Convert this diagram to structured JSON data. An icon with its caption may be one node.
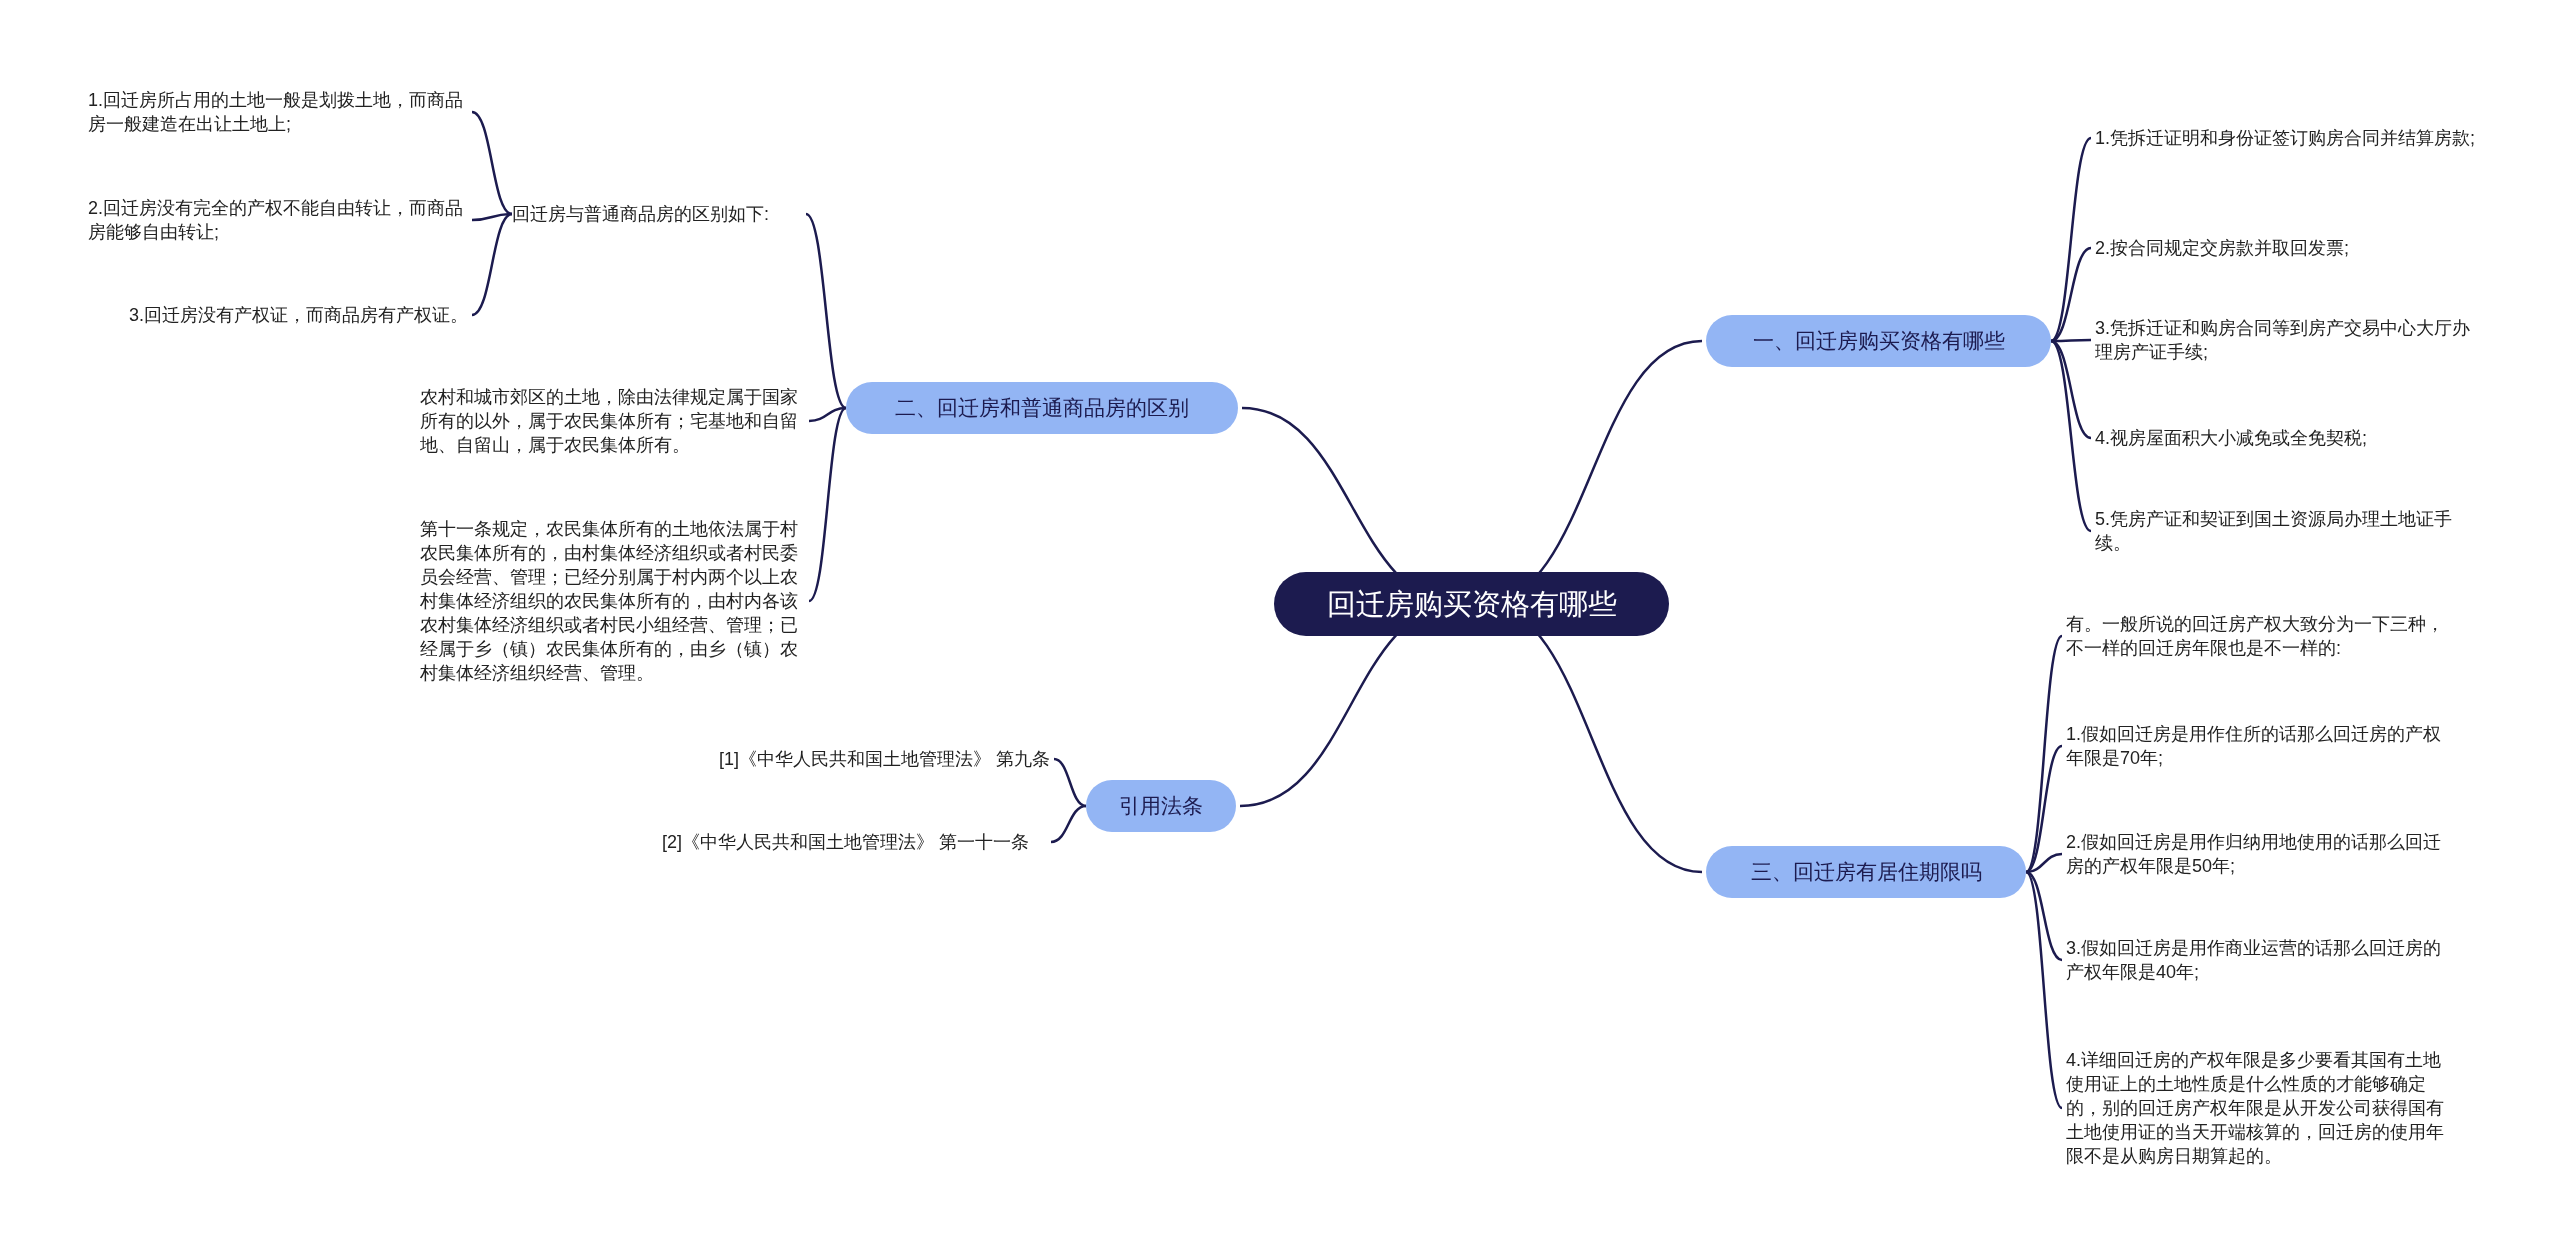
{
  "diagram": {
    "nodes": [
      {
        "text": [
          "回迁房购买资格有哪些"
        ]
      },
      {
        "text": [
          "一、回迁房购买资格有哪些"
        ]
      },
      {
        "text": [
          "1.凭拆迁证明和身份证签订购房合同并结算房款;"
        ]
      },
      {
        "text": [
          "2.按合同规定交房款并取回发票;"
        ]
      },
      {
        "text": [
          "3.凭拆迁证和购房合同等到房产交易中心大厅办理房产证手续;"
        ]
      },
      {
        "text": [
          "4.视房屋面积大小减免或全免契税;"
        ]
      },
      {
        "text": [
          "5.凭房产证和契证到国土资源局办理土地证手续。"
        ]
      },
      {
        "text": [
          "二、回迁房和普通商品房的区别"
        ]
      },
      {
        "text": [
          "回迁房与普通商品房的区别如下:"
        ]
      },
      {
        "text": [
          "1.回迁房所占用的土地一般是划拨土地，而商品房一般建造在出让土地上;"
        ]
      },
      {
        "text": [
          "2.回迁房没有完全的产权不能自由转让，而商品房能够自由转让;"
        ]
      },
      {
        "text": [
          "3.回迁房没有产权证，而商品房有产权证。"
        ]
      },
      {
        "text": [
          "农村和城市郊区的土地，除由法律规定属于国家所有的以外，属于农民集体所有；宅基地和自留地、自留山，属于农民集体所有。"
        ]
      },
      {
        "text": [
          "第十一条规定，农民集体所有的土地依法属于村农民集体所有的，由村集体经济组织或者村民委员会经营、管理；已经分别属于村内两个以上农村集体经济组织的农民集体所有的，由村内各该农村集体经济组织或者村民小组经营、管理；已经属于乡（镇）农民集体所有的，由乡（镇）农村集体经济组织经营、管理。"
        ]
      },
      {
        "text": [
          "引用法条"
        ]
      },
      {
        "text": [
          "[1]《中华人民共和国土地管理法》 第九条"
        ]
      },
      {
        "text": [
          "[2]《中华人民共和国土地管理法》 第一十一条"
        ]
      },
      {
        "text": [
          "三、回迁房有居住期限吗"
        ]
      },
      {
        "text": [
          "有。一般所说的回迁房产权大致分为一下三种，不一样的回迁房年限也是不一样的:"
        ]
      },
      {
        "text": [
          "1.假如回迁房是用作住所的话那么回迁房的产权年限是70年;"
        ]
      },
      {
        "text": [
          "2.假如回迁房是用作归纳用地使用的话那么回迁房的产权年限是50年;"
        ]
      },
      {
        "text": [
          "3.假如回迁房是用作商业运营的话那么回迁房的产权年限是40年;"
        ]
      },
      {
        "text": [
          "4.详细回迁房的产权年限是多少要看其国有土地使用证上的土地性质是什么性质的才能够确定的，别的回迁房产权年限是从开发公司获得国有土地使用证的当天开端核算的，回迁房的使用年限不是从购房日期算起的。"
        ]
      }
    ],
    "edges": [
      {
        "from": 0,
        "to": 1,
        "arrow": "none"
      },
      {
        "from": 1,
        "to": 2,
        "arrow": "none"
      },
      {
        "from": 1,
        "to": 3,
        "arrow": "none"
      },
      {
        "from": 1,
        "to": 4,
        "arrow": "none"
      },
      {
        "from": 1,
        "to": 5,
        "arrow": "none"
      },
      {
        "from": 1,
        "to": 6,
        "arrow": "none"
      },
      {
        "from": 0,
        "to": 7,
        "arrow": "none"
      },
      {
        "from": 7,
        "to": 8,
        "arrow": "none"
      },
      {
        "from": 8,
        "to": 9,
        "arrow": "none"
      },
      {
        "from": 8,
        "to": 10,
        "arrow": "none"
      },
      {
        "from": 8,
        "to": 11,
        "arrow": "none"
      },
      {
        "from": 7,
        "to": 12,
        "arrow": "none"
      },
      {
        "from": 7,
        "to": 13,
        "arrow": "none"
      },
      {
        "from": 0,
        "to": 14,
        "arrow": "none"
      },
      {
        "from": 14,
        "to": 15,
        "arrow": "none"
      },
      {
        "from": 14,
        "to": 16,
        "arrow": "none"
      },
      {
        "from": 0,
        "to": 17,
        "arrow": "none"
      },
      {
        "from": 17,
        "to": 18,
        "arrow": "none"
      },
      {
        "from": 17,
        "to": 19,
        "arrow": "none"
      },
      {
        "from": 17,
        "to": 20,
        "arrow": "none"
      },
      {
        "from": 17,
        "to": 21,
        "arrow": "none"
      },
      {
        "from": 17,
        "to": 22,
        "arrow": "none"
      }
    ]
  }
}
